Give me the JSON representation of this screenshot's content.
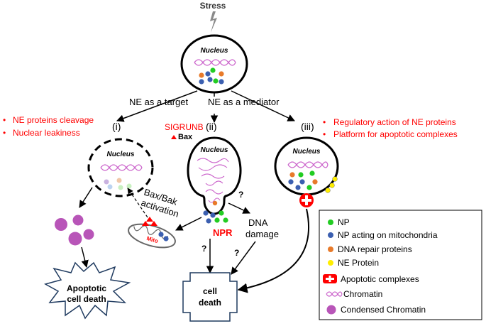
{
  "stress_label": "Stress",
  "nucleus_label": "Nucleus",
  "branch_target_label": "NE as a target",
  "branch_mediator_label": "NE as a mediator",
  "path_i": {
    "label": "(i)",
    "bullets": [
      "NE proteins cleavage",
      "Nuclear leakiness"
    ],
    "activation_label_1": "Bax/Bak",
    "activation_label_2": "activation",
    "mito_label": "Mito",
    "death_label_1": "Apoptotic",
    "death_label_2": "cell death"
  },
  "path_ii": {
    "label": "(ii)",
    "sigrunb_label": "SIGRUNB",
    "bax_label": "Bax",
    "npr_label": "NPR",
    "dna_damage_1": "DNA",
    "dna_damage_2": "damage",
    "question_mark": "?"
  },
  "path_iii": {
    "label": "(iii)",
    "bullets": [
      "Regulatory action of NE proteins",
      "Platform for apoptotic complexes"
    ]
  },
  "cell_death_1": "cell",
  "cell_death_2": "death",
  "bullet_char": "•",
  "legend": {
    "items": [
      {
        "label": "NP",
        "icon": "green-dot-icon"
      },
      {
        "label": "NP acting on mitochondria",
        "icon": "blue-dot-icon"
      },
      {
        "label": "DNA repair proteins",
        "icon": "orange-dot-icon"
      },
      {
        "label": "NE Protein",
        "icon": "yellow-dot-icon"
      },
      {
        "label": "Apoptotic complexes",
        "icon": "red-cross-icon"
      },
      {
        "label": "Chromatin",
        "icon": "chromatin-squiggle-icon"
      },
      {
        "label": "Condensed Chromatin",
        "icon": "purple-dot-icon"
      }
    ]
  },
  "colors": {
    "np": "#22cc22",
    "np_mito": "#3b5fb0",
    "dna_repair": "#e87a2a",
    "ne_protein": "#ffee00",
    "apoptotic": "#ff0000",
    "chromatin": "#cc66cc",
    "condensed": "#b855b8",
    "red_text": "#ff0000"
  }
}
